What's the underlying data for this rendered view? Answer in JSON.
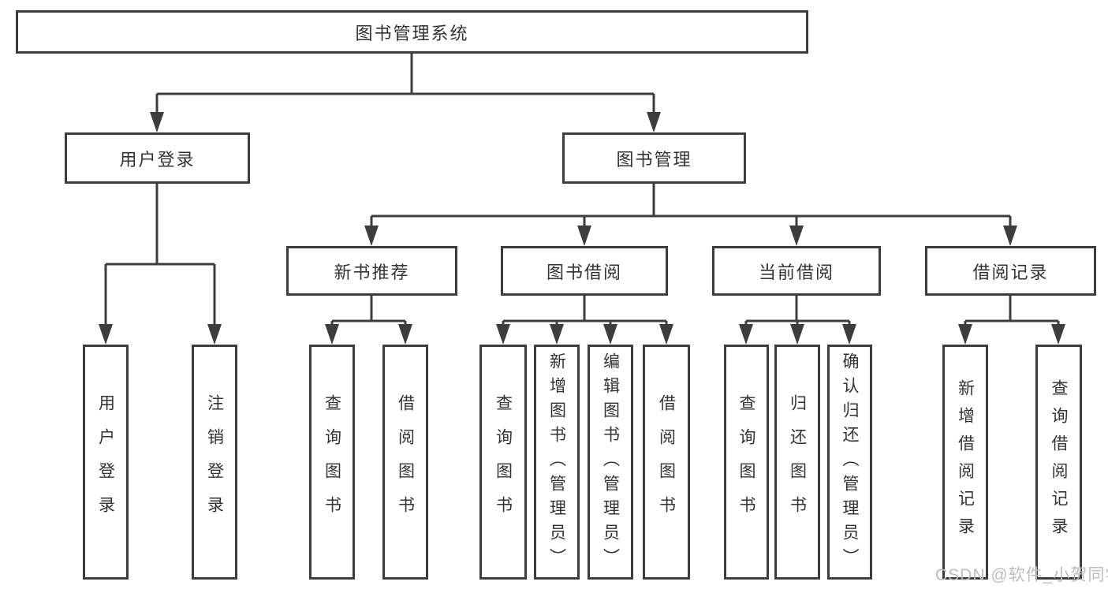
{
  "diagram": {
    "title": "图书管理系统",
    "root": {
      "label": "图书管理系统"
    },
    "level2": [
      {
        "label": "用户登录"
      },
      {
        "label": "图书管理"
      }
    ],
    "level3": [
      {
        "label": "新书推荐",
        "parent": "图书管理"
      },
      {
        "label": "图书借阅",
        "parent": "图书管理"
      },
      {
        "label": "当前借阅",
        "parent": "图书管理"
      },
      {
        "label": "借阅记录",
        "parent": "图书管理"
      }
    ],
    "leaves": [
      {
        "label": "用户登录",
        "parent": "用户登录"
      },
      {
        "label": "注销登录",
        "parent": "用户登录"
      },
      {
        "label": "查询图书",
        "parent": "新书推荐"
      },
      {
        "label": "借阅图书",
        "parent": "新书推荐"
      },
      {
        "label": "查询图书",
        "parent": "图书借阅"
      },
      {
        "label": "新增图书（管理员）",
        "parent": "图书借阅"
      },
      {
        "label": "编辑图书（管理员）",
        "parent": "图书借阅"
      },
      {
        "label": "借阅图书",
        "parent": "图书借阅"
      },
      {
        "label": "查询图书",
        "parent": "当前借阅"
      },
      {
        "label": "归还图书",
        "parent": "当前借阅"
      },
      {
        "label": "确认归还（管理员）",
        "parent": "当前借阅"
      },
      {
        "label": "新增借阅记录",
        "parent": "借阅记录"
      },
      {
        "label": "查询借阅记录",
        "parent": "借阅记录"
      }
    ]
  },
  "watermark": {
    "text": "CSDN @软件_小贺同学"
  },
  "colors": {
    "line": "#3d3d3d",
    "box_border": "#3d3d3d",
    "text": "#333333",
    "watermark": "#bdbdbd",
    "background": "#ffffff"
  }
}
